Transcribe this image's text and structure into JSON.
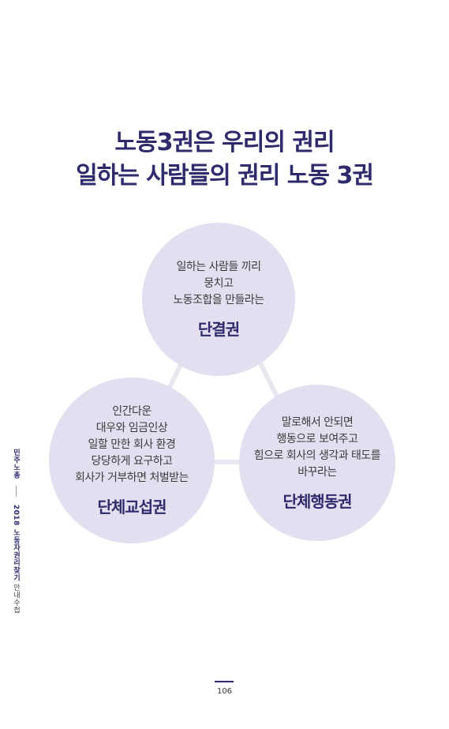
{
  "title": {
    "line1": "노동3권은 우리의 권리",
    "line2": "일하는 사람들의 권리 노동 3권"
  },
  "rights": [
    {
      "lines": [
        "일하는 사람들 끼리",
        "뭉치고",
        "노동조합을 만들라는"
      ],
      "name": "단결권"
    },
    {
      "lines": [
        "인간다운",
        "대우와 임금인상",
        "일할 만한 회사 환경",
        "당당하게 요구하고",
        "회사가 거부하면 처벌받는"
      ],
      "name": "단체교섭권"
    },
    {
      "lines": [
        "말로해서 안되면",
        "행동으로 보여주고",
        "힘으로 회사의 생각과 태도를",
        "바꾸라는"
      ],
      "name": "단체행동권"
    }
  ],
  "side": {
    "logo": "민주노총",
    "book_title": "2018 노동자권리찾기",
    "book_sub": "안내수첩"
  },
  "page_number": "106",
  "colors": {
    "title": "#2e2a6b",
    "circle_fill": "#e3dff0",
    "connector": "#e8e6ef"
  }
}
